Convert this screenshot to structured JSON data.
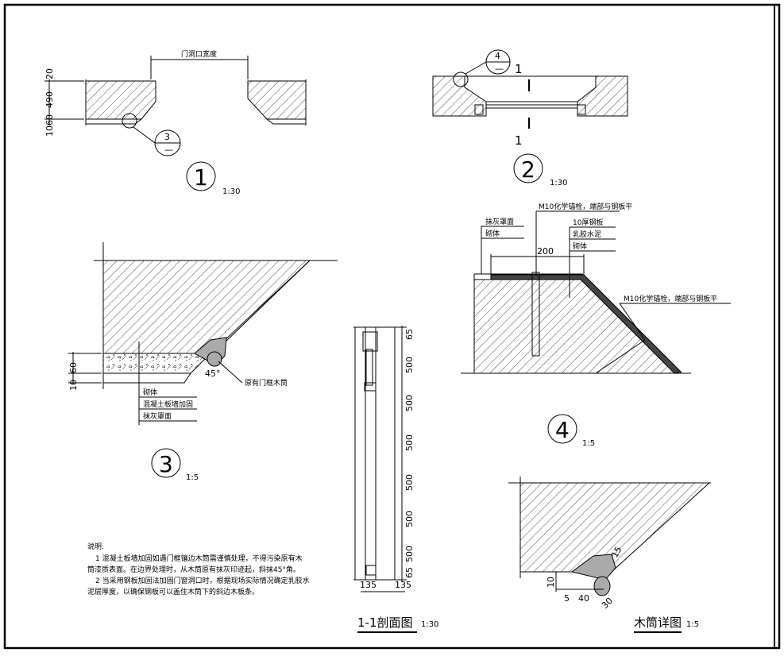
{
  "details": {
    "d1": {
      "num": "1",
      "scale": "1:30",
      "top_dim": "门洞口宽度",
      "dims": [
        "20",
        "490",
        "1060"
      ],
      "callout_num": "3",
      "callout_sub": "—"
    },
    "d2": {
      "num": "2",
      "scale": "1:30",
      "section_mark": "1",
      "callout_num": "4",
      "callout_sub": "—"
    },
    "d3": {
      "num": "3",
      "scale": "1:5",
      "dims": [
        "60",
        "10",
        "45°"
      ],
      "frame_label": "原有门框木筒",
      "layers": [
        "砌体",
        "混凝土板墙加固",
        "抹灰罩面"
      ]
    },
    "d4": {
      "num": "4",
      "scale": "1:5",
      "anchor_top": "M10化学锚栓，端部与钢板平",
      "anchor_side": "M10化学锚栓，端部与钢板平",
      "layers_left": [
        "抹灰罩面",
        "砌体"
      ],
      "layers_right": [
        "10厚钢板",
        "乳胶水泥",
        "砌体"
      ],
      "dim": "200"
    },
    "section": {
      "title": "1-1剖面图",
      "scale": "1:30",
      "dims": [
        "65",
        "500",
        "500",
        "500",
        "500",
        "500",
        "500",
        "65"
      ],
      "bottom_dims": [
        "135",
        "135"
      ]
    },
    "wood": {
      "title": "木筒详图",
      "scale": "1:5",
      "dims": [
        "10",
        "5",
        "40",
        "30",
        "15"
      ]
    }
  },
  "notes": {
    "heading": "说明:",
    "lines": [
      "1  混凝土板墙加固如遇门框镶边木筒需谨慎处理，不得污染原有木",
      "筒漆质表面。在边界处理时，从木筒原有抹灰印迹起，斜抹45°角。",
      "2  当采用钢板加固法加固门窗洞口时，根据现场实际情况确定乳胶水",
      "泥层厚度，以确保钢板可以盖住木筒下的斜边木板条。"
    ]
  }
}
